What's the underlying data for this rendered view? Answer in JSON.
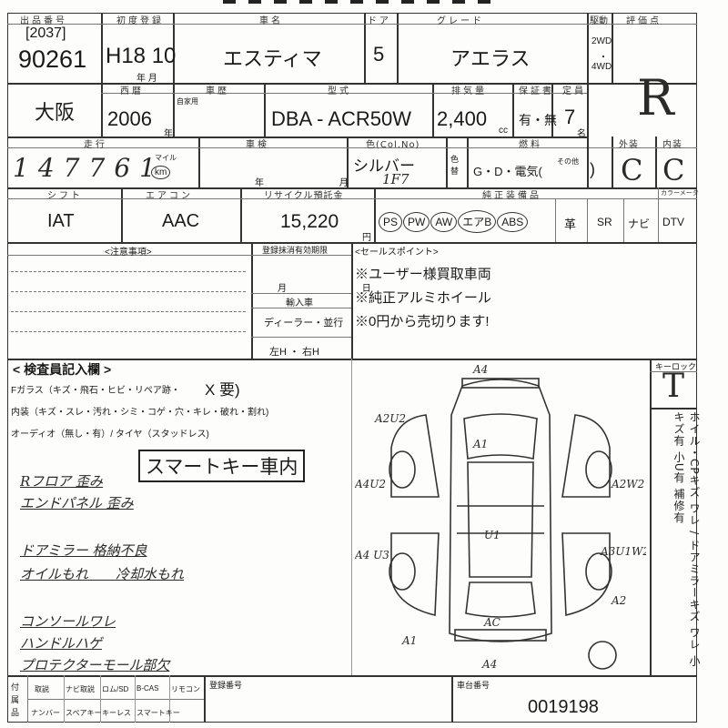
{
  "header": {
    "lot_label": "出品番号",
    "lot_sub": "[2037]",
    "lot_number": "90261",
    "first_reg_label": "初度登録",
    "first_reg": "H18 10",
    "first_reg_unit": "年 月",
    "model_label": "車名",
    "model": "エスティマ",
    "doors_label": "ドア",
    "doors": "5",
    "grade_label": "グレード",
    "grade": "アエラス",
    "drive_label": "駆動",
    "drive_2wd": "2WD",
    "drive_4wd": "4WD",
    "score_label": "評価点",
    "score": "R"
  },
  "row2": {
    "region": "大阪",
    "year_label": "西暦",
    "year": "2006",
    "year_unit": "年",
    "history_label": "車歴",
    "history_note": "自家用",
    "type_label": "型式",
    "type": "DBA - ACR50W",
    "displacement_label": "排気量",
    "displacement": "2,400",
    "displacement_unit": "cc",
    "warranty_label": "保証書",
    "warranty": "有・無",
    "capacity_label": "定員",
    "capacity": "7",
    "capacity_unit": "名"
  },
  "row3": {
    "mileage_label": "走行",
    "mileage_digits": [
      "1",
      "4",
      "7",
      "7",
      "6",
      "1"
    ],
    "mileage_unit_mile": "マイル",
    "mileage_unit_km": "km",
    "inspection_label": "車検",
    "inspection_unit": "年 月",
    "color_label": "色(Col.No)",
    "color": "シルバー",
    "color_code": "1F7",
    "color_change_label": "色替",
    "fuel_label": "燃料",
    "fuel_opts": "G・D・電気(",
    "fuel_other": "その他",
    "exterior_label": "外装",
    "exterior": "C",
    "interior_label": "内装",
    "interior": "C"
  },
  "row4": {
    "shift_label": "シフト",
    "shift": "IAT",
    "ac_label": "エアコン",
    "ac": "AAC",
    "recycle_label": "リサイクル預託金",
    "recycle": "15,220",
    "recycle_unit": "円",
    "equip_label": "純正装備品",
    "equip_circled": [
      "PS",
      "PW",
      "AW",
      "エアB",
      "ABS"
    ],
    "equip_plain": [
      "革",
      "SR",
      "ナビ",
      "DTV"
    ],
    "extra_label": "カラーメータ"
  },
  "notes": {
    "caution_label": "<注意事項>",
    "reg_expiry_label": "登録抹消有効期限",
    "month_day": "月 日",
    "import_label": "輸入車",
    "dealer_label": "ディーラー・並行",
    "handle_label": "左H ・ 右H",
    "sales_label": "<セールスポイント>",
    "sales_points": [
      "※ユーザー様買取車両",
      "※純正アルミホイール",
      "※0円から売切ります!"
    ]
  },
  "inspector": {
    "title": "< 検査員記入欄 >",
    "f_glass": "Fガラス（キズ・飛石・ヒビ・リペア跡・",
    "f_glass_mark": "X 要)",
    "interior_line": "内装（キズ・スレ・汚れ・シミ・コゲ・穴・キレ・破れ・割れ)",
    "audio_line": "オーディオ（無し・有）/ タイヤ（スタッドレス)",
    "smart_key": "スマートキー車内",
    "handwritten": [
      "Rフロア 歪み",
      "エンドパネル 歪み",
      "ドアミラー 格納不良",
      "オイルもれ　　冷却水もれ",
      "コンソールワレ",
      "ハンドルハゲ",
      "プロテクターモール部欠"
    ]
  },
  "diagram": {
    "key_label": "キーロック",
    "key_value": "T",
    "marks": [
      "A4",
      "A2U2",
      "A1",
      "A4U2",
      "A2W2",
      "U1",
      "A4 U3",
      "A3U1W2",
      "A2",
      "A1",
      "AC",
      "A4"
    ],
    "side_note": "ホイル・CPキズ ワレ / ドアミラーキズ ワレ 小キズ有 小U有 補修有"
  },
  "footer": {
    "items_top": [
      "取説",
      "ナビ取説",
      "ロム/SD",
      "B-CAS",
      "リモコン"
    ],
    "items_bottom": [
      "ナンバー",
      "スペアキー",
      "キーレス",
      "スマートキー"
    ],
    "side_label": "付属品",
    "reg_number_label": "登録番号",
    "chassis_label": "車台番号",
    "chassis_number": "0019198"
  }
}
